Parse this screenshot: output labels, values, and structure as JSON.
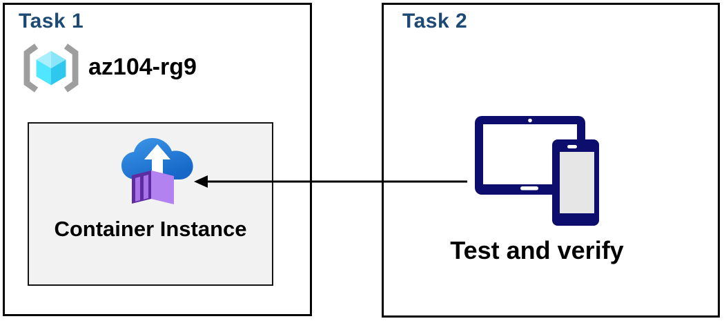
{
  "task1": {
    "title": "Task 1",
    "resource_group_name": "az104-rg9",
    "container_label": "Container Instance"
  },
  "task2": {
    "title": "Task 2",
    "devices_label": "Test and verify"
  },
  "icons": {
    "resource_group_icon": "azure-resource-group-brackets-cube",
    "container_instances_icon": "azure-container-instances-cloud-upload-box",
    "devices_icon": "tablet-and-phone",
    "arrow_icon": "left-arrow"
  },
  "colors": {
    "title_navy": "#1C4A74",
    "panel_border": "#000000",
    "inner_box_fill": "#f2f2f2",
    "device_navy": "#0D0D6E",
    "cloud_blue_light": "#3D98E8",
    "cloud_blue_dark": "#1667C8",
    "container_purple_front": "#5D2CA0",
    "container_purple_side": "#B283F0",
    "cube_cyan_light": "#A5EDFB",
    "cube_cyan_mid": "#50E6FF",
    "cube_cyan_dark": "#2EC8EE",
    "bracket_gray": "#9E9E9E",
    "arrow_black": "#000000"
  }
}
